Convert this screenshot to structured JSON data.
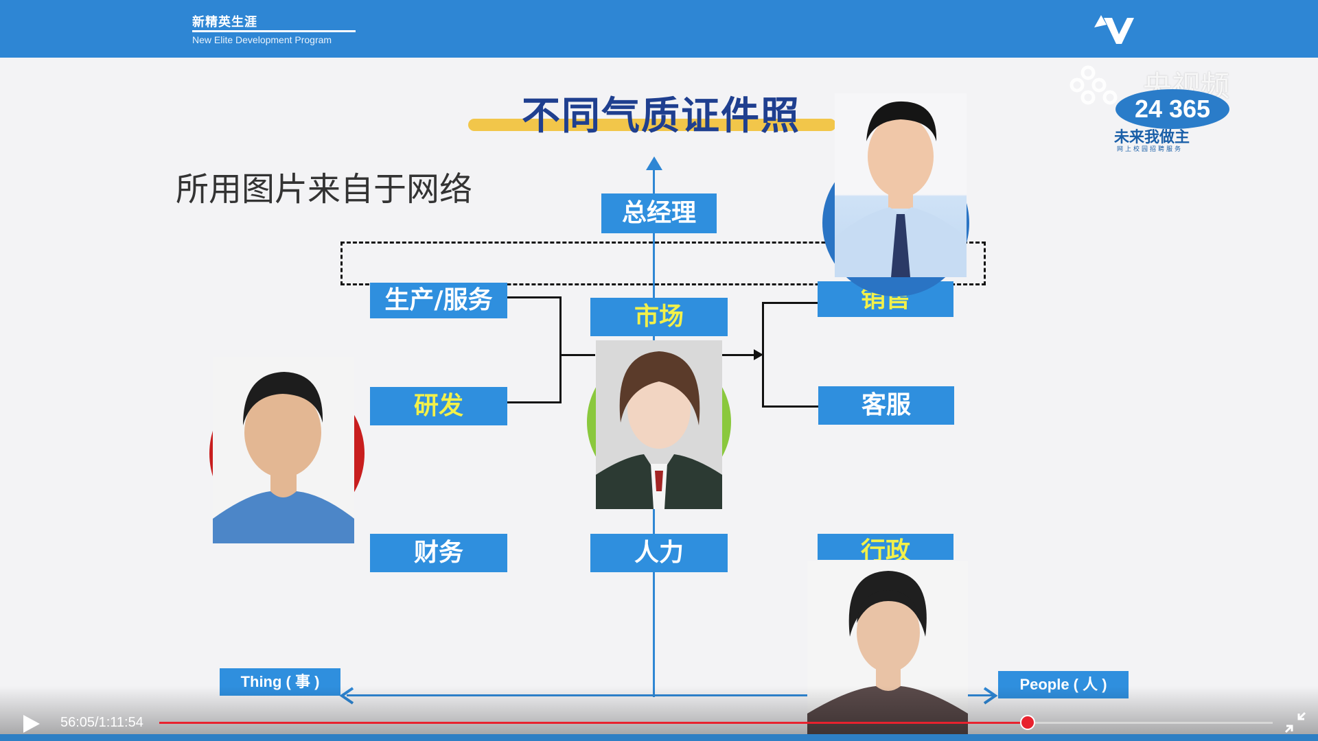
{
  "header": {
    "brand_cn": "新精英生涯",
    "brand_en": "New Elite Development Program",
    "logo_icon": "v-logo-icon"
  },
  "watermark": {
    "channel": "央视频",
    "badge": "24 365",
    "slogan": "未来我做主",
    "tagline": "网上校园招聘服务"
  },
  "slide": {
    "title": "不同气质证件照",
    "note": "所用图片来自于网络",
    "boxes": {
      "general_manager": "总经理",
      "production_service": "生产/服务",
      "market": "市场",
      "sales": "销售",
      "rnd": "研发",
      "customer_service": "客服",
      "finance": "财务",
      "hr": "人力",
      "admin": "行政"
    },
    "axis": {
      "left": "Thing ( 事 )",
      "right": "People ( 人 )"
    },
    "colors": {
      "box_blue": "#2f8fde",
      "highlight_yellow": "#f2f04a",
      "title_bar": "#f2c64a"
    }
  },
  "player": {
    "time": "56:05/1:11:54",
    "progress_fraction": 0.78,
    "accent": "#e8222e"
  }
}
